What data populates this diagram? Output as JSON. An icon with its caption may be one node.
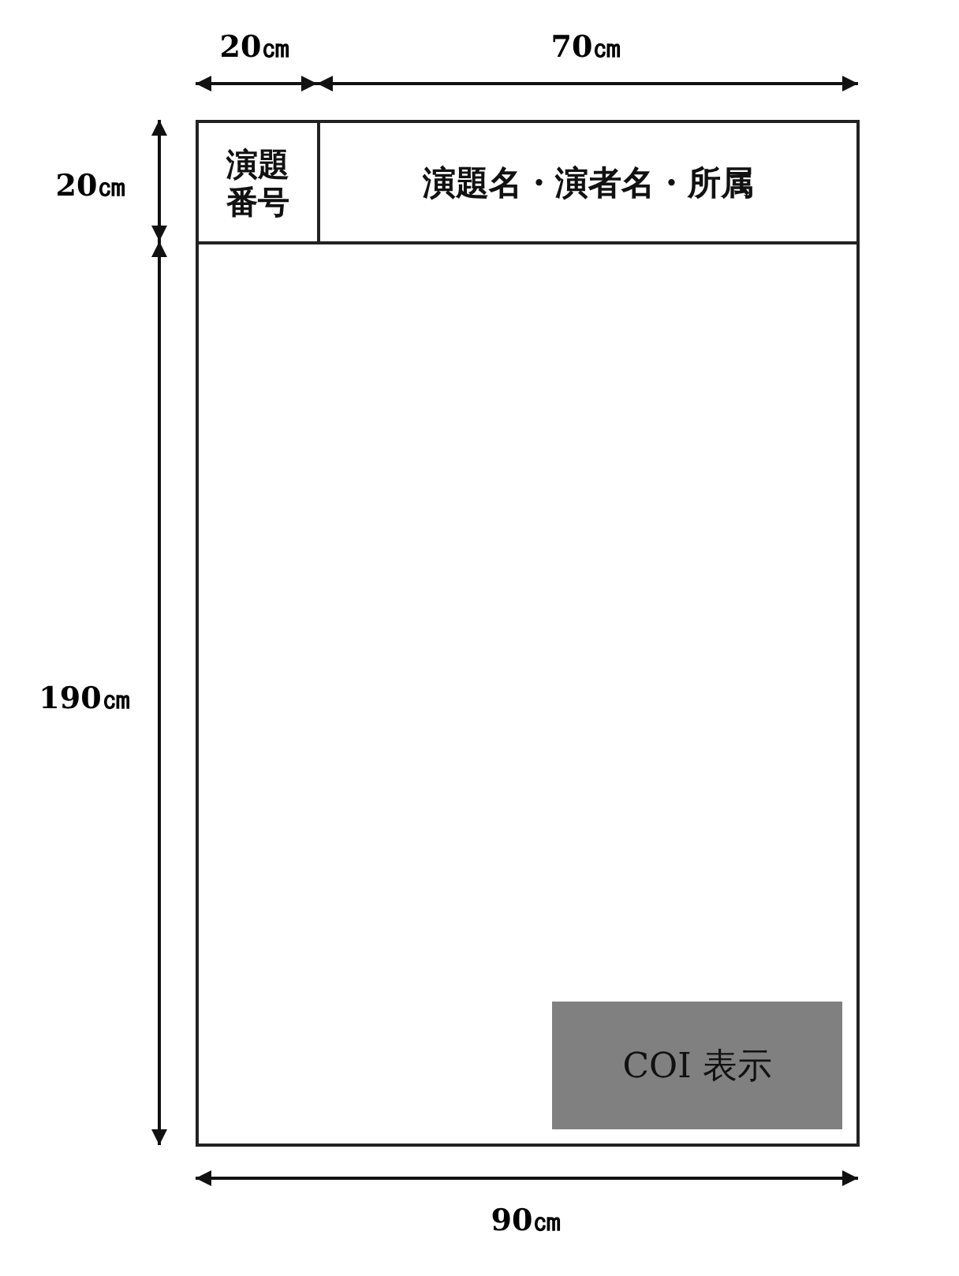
{
  "diagram": {
    "nodes": [
      {
        "text": [],
        "shape": "box"
      },
      {
        "text": [
          "演題番号"
        ],
        "in": 0
      },
      {
        "text": [
          "演題名・演者名・所属"
        ],
        "in": 0
      },
      {
        "text": [
          "COI 表示"
        ],
        "in": 0
      }
    ],
    "labels": [
      "20㎝",
      "70㎝",
      "20㎝",
      "190㎝",
      "90㎝"
    ]
  }
}
